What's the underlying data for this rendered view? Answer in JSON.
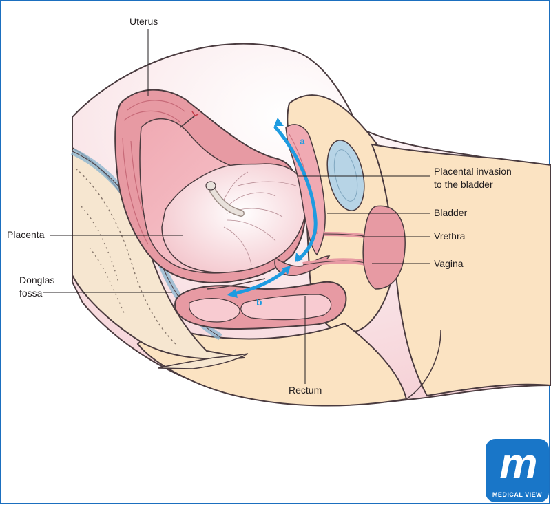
{
  "labels": {
    "uterus": "Uterus",
    "placental_invasion_line1": "Placental invasion",
    "placental_invasion_line2": "to the bladder",
    "bladder": "Bladder",
    "urethra": "Vrethra",
    "vagina": "Vagina",
    "placenta": "Placenta",
    "douglas_line1": "Donglas",
    "douglas_line2": "fossa",
    "rectum": "Rectum"
  },
  "arrows": {
    "a": "a",
    "b": "b"
  },
  "logo": {
    "mark": "m",
    "text": "MEDICAL VIEW"
  },
  "colors": {
    "frame_border": "#1b6fbf",
    "skin_pink": "#f7d9dd",
    "fat_yellow": "#fbe3c2",
    "uterus_wall": "#e79aa3",
    "uterus_wall_dark": "#cc6d7b",
    "placenta": "#fbeef1",
    "bladder_blue": "#b7d4e6",
    "arrow_blue": "#1e9be0",
    "logo_blue": "#1976c8"
  }
}
